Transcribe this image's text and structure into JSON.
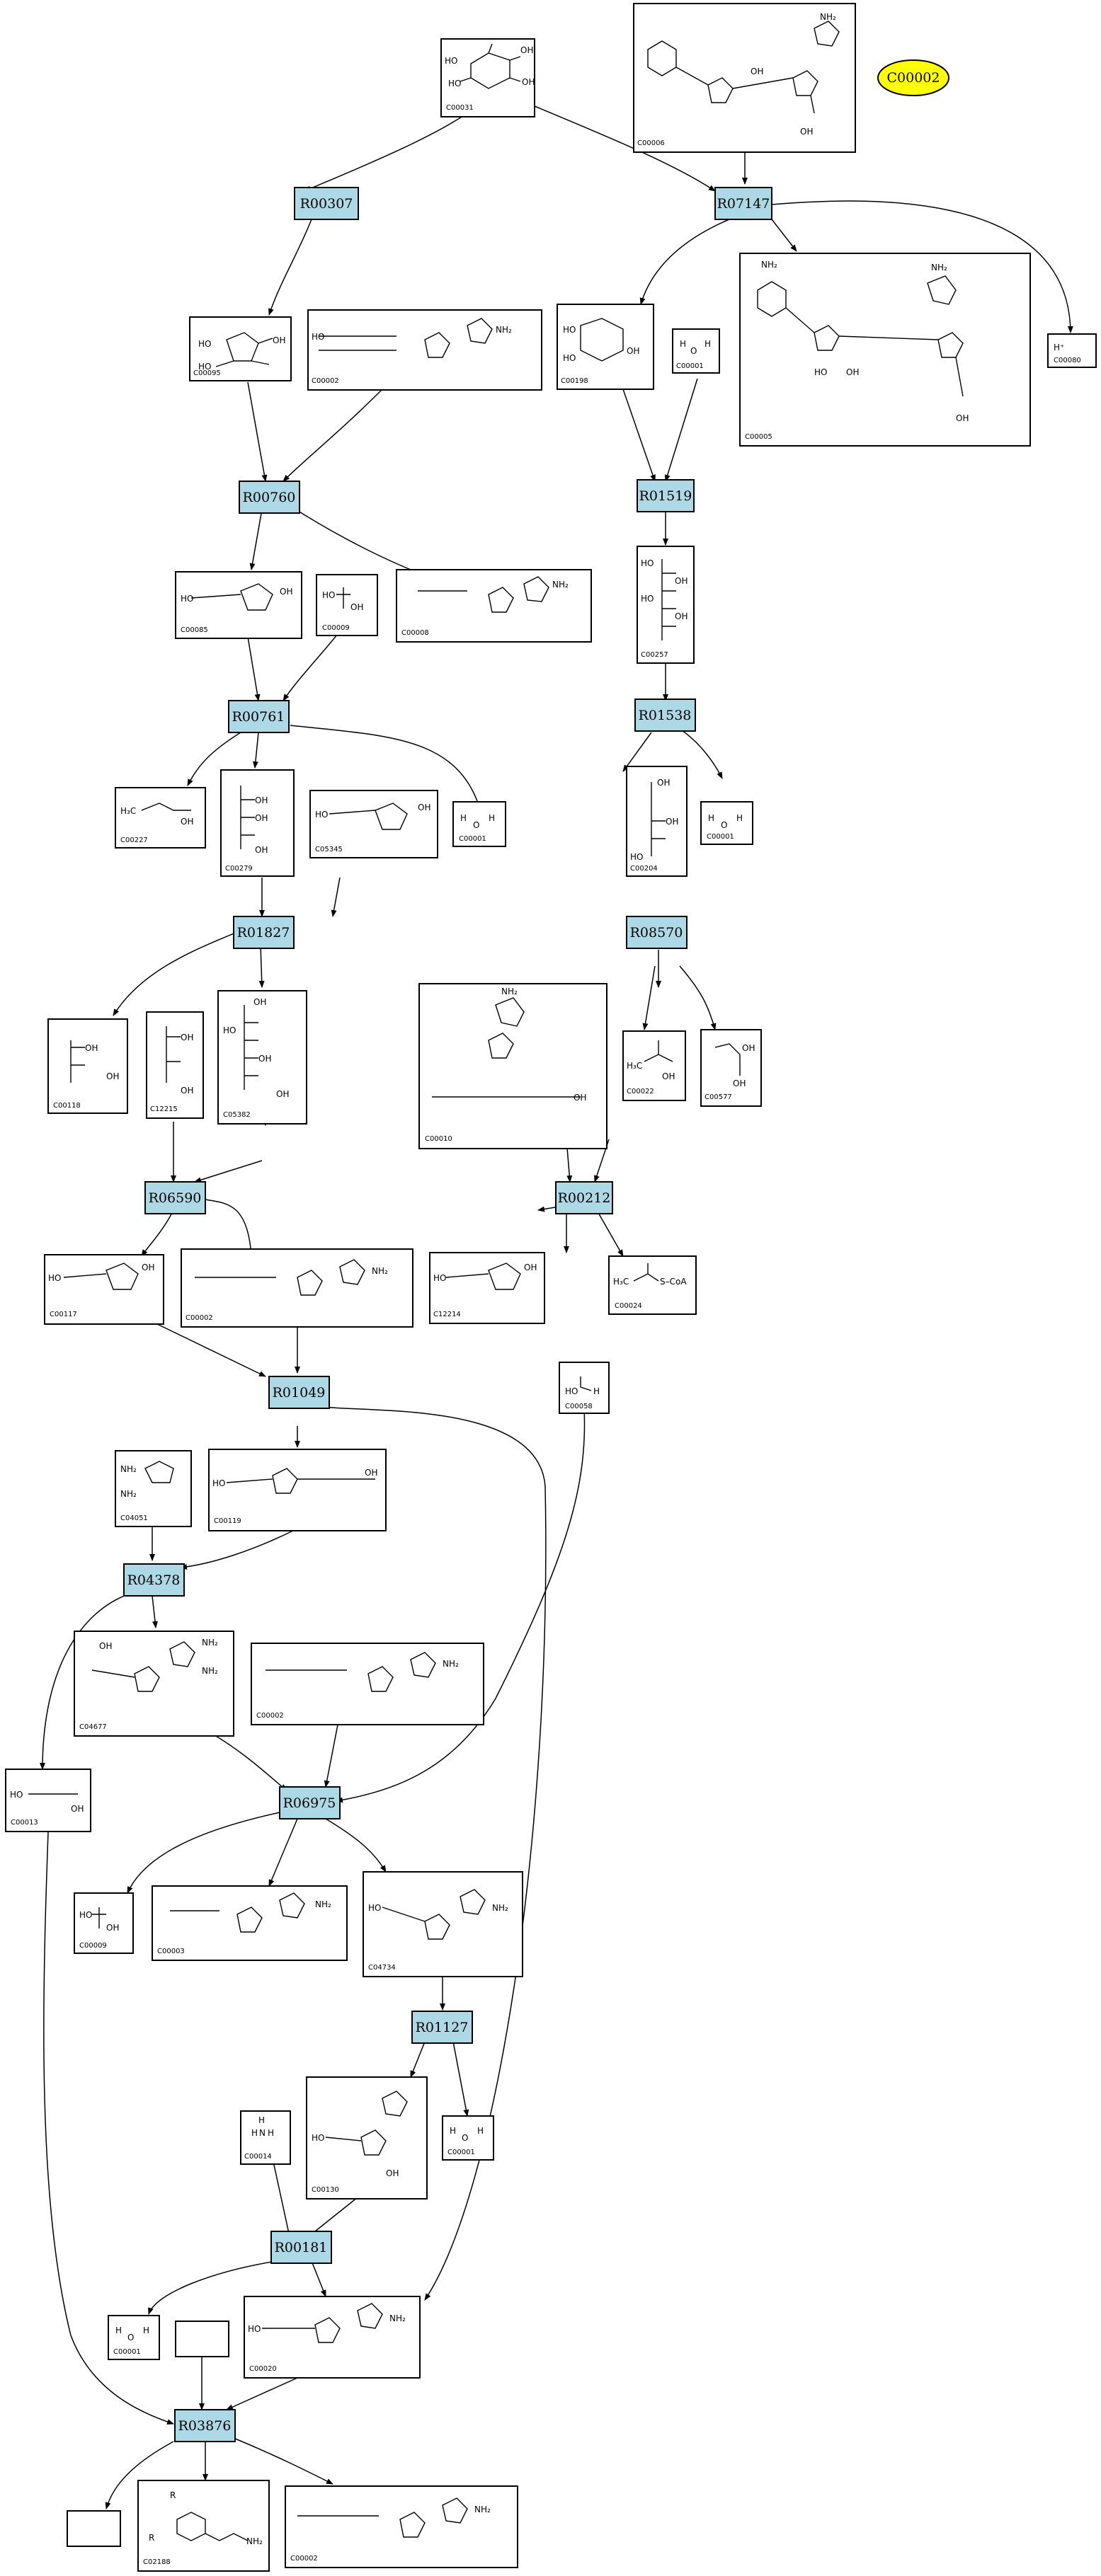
{
  "reactions": {
    "R00307": "R00307",
    "R07147": "R07147",
    "R00760": "R00760",
    "R01519": "R01519",
    "R00761": "R00761",
    "R01538": "R01538",
    "R01827": "R01827",
    "R08570": "R08570",
    "R06590": "R06590",
    "R00212": "R00212",
    "R01049": "R01049",
    "R04378": "R04378",
    "R06975": "R06975",
    "R01127": "R01127",
    "R00181": "R00181",
    "R03876": "R03876"
  },
  "highlight": {
    "label": "C00002",
    "color": "#ffff00"
  },
  "compounds": {
    "c00031_top": "C00031",
    "c00006_top": "C00006",
    "c00095": "C00095",
    "c00002_a": "C00002",
    "c00198": "C00198",
    "c00001_a": "C00001",
    "c00005": "C00005",
    "c00080": "C00080",
    "c00085": "C00085",
    "c00009_a": "C00009",
    "c00008": "C00008",
    "c00257": "C00257",
    "c00227": "C00227",
    "c00279": "C00279",
    "c05345": "C05345",
    "c00001_b": "C00001",
    "c00204": "C00204",
    "c00001_c": "C00001",
    "c00118": "C00118",
    "c12215": "C12215",
    "c05382": "C05382",
    "c00010": "C00010",
    "c00022": "C00022",
    "c00577": "C00577",
    "c00117": "C00117",
    "c00002_b": "C00002",
    "c12214": "C12214",
    "c00024": "C00024",
    "c00058": "C00058",
    "c04051": "C04051",
    "c00119": "C00119",
    "c04677": "C04677",
    "c00002_c": "C00002",
    "c00013": "C00013",
    "c00009_b": "C00009",
    "c00003": "C00003",
    "c04734": "C04734",
    "c00014": "C00014",
    "c00130": "C00130",
    "c00001_d": "C00001",
    "c00001_e": "C00001",
    "c00020": "C00020",
    "c02188": "C02188",
    "c00002_d": "C00002"
  },
  "labels": {
    "hplus": "H⁺",
    "coa": "S–CoA",
    "h3c": "H₃C",
    "nh2": "NH₂",
    "oh": "OH",
    "ho": "HO",
    "h2o_h": "H",
    "h2o_o": "O",
    "nh3_n": "N",
    "r": "R"
  }
}
